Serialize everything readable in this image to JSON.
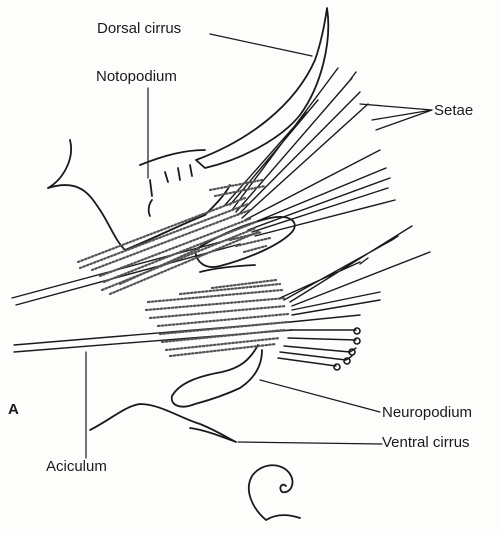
{
  "figure": {
    "panel_letter": "A",
    "labels": {
      "dorsal_cirrus": "Dorsal cirrus",
      "notopodium": "Notopodium",
      "setae": "Setae",
      "neuropodium": "Neuropodium",
      "ventral_cirrus": "Ventral cirrus",
      "aciculum": "Aciculum"
    },
    "colors": {
      "ink": "#1a1a1a",
      "stipple": "#555555",
      "paper": "#fdfdfb"
    }
  }
}
